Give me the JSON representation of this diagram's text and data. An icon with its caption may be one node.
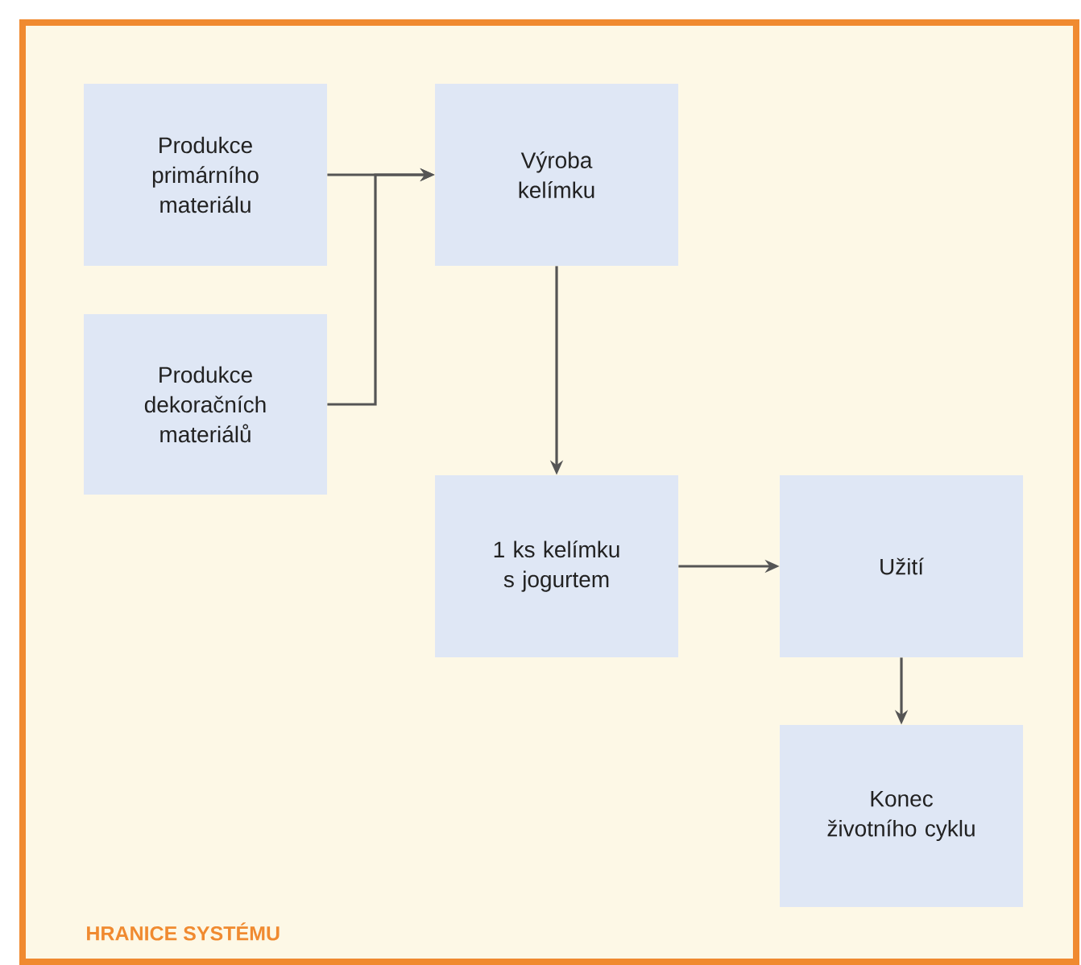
{
  "diagram": {
    "nodes": [
      {
        "text": [
          "HRANICE SYSTÉMU"
        ]
      },
      {
        "text": [
          "Produkce primárního materiálu"
        ],
        "in": 0
      },
      {
        "text": [
          "Produkce dekoračních materiálů"
        ],
        "in": 0
      },
      {
        "text": [
          "Výroba kelímku"
        ],
        "in": 0
      },
      {
        "text": [
          "1 ks kelímku s jogurtem"
        ],
        "in": 0
      },
      {
        "text": [
          "Užití"
        ],
        "in": 0
      },
      {
        "text": [
          "Konec životního cyklu"
        ],
        "in": 0
      }
    ],
    "edges": [
      {
        "from": 1,
        "to": 3,
        "arrow": "to"
      },
      {
        "from": 2,
        "to": 3,
        "arrow": "to"
      },
      {
        "from": 3,
        "to": 4,
        "arrow": "to"
      },
      {
        "from": 4,
        "to": 5,
        "arrow": "to"
      },
      {
        "from": 5,
        "to": 6,
        "arrow": "to"
      }
    ]
  }
}
